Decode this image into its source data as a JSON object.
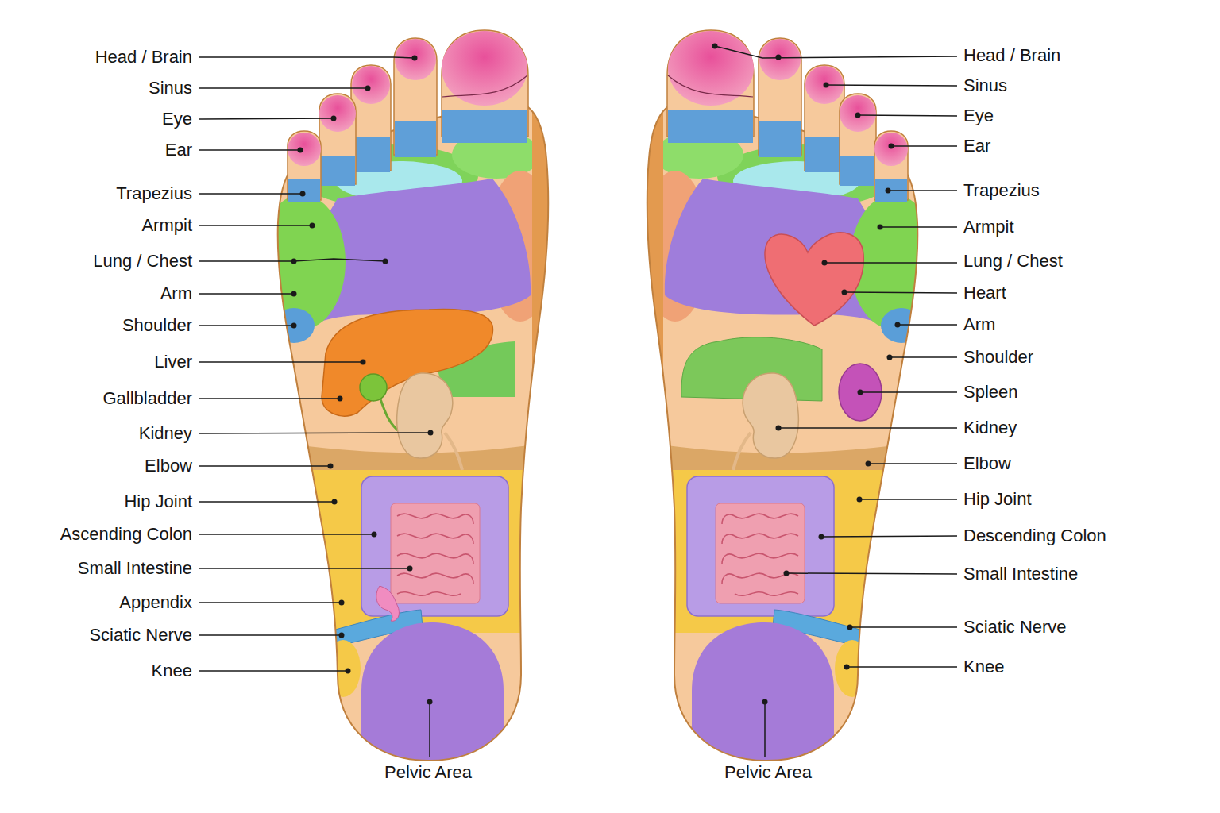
{
  "diagram": {
    "labels": [
      "Head / Brain",
      "Sinus",
      "Eye",
      "Ear",
      "Trapezius",
      "Armpit",
      "Lung / Chest",
      "Arm",
      "Shoulder",
      "Liver",
      "Gallbladder",
      "Kidney",
      "Elbow",
      "Hip Joint",
      "Ascending Colon",
      "Small Intestine",
      "Appendix",
      "Sciatic Nerve",
      "Knee",
      "Pelvic Area",
      "Head / Brain",
      "Sinus",
      "Eye",
      "Ear",
      "Trapezius",
      "Armpit",
      "Lung / Chest",
      "Heart",
      "Arm",
      "Shoulder",
      "Spleen",
      "Kidney",
      "Elbow",
      "Hip Joint",
      "Descending Colon",
      "Small Intestine",
      "Sciatic Nerve",
      "Knee",
      "Pelvic Area"
    ]
  }
}
